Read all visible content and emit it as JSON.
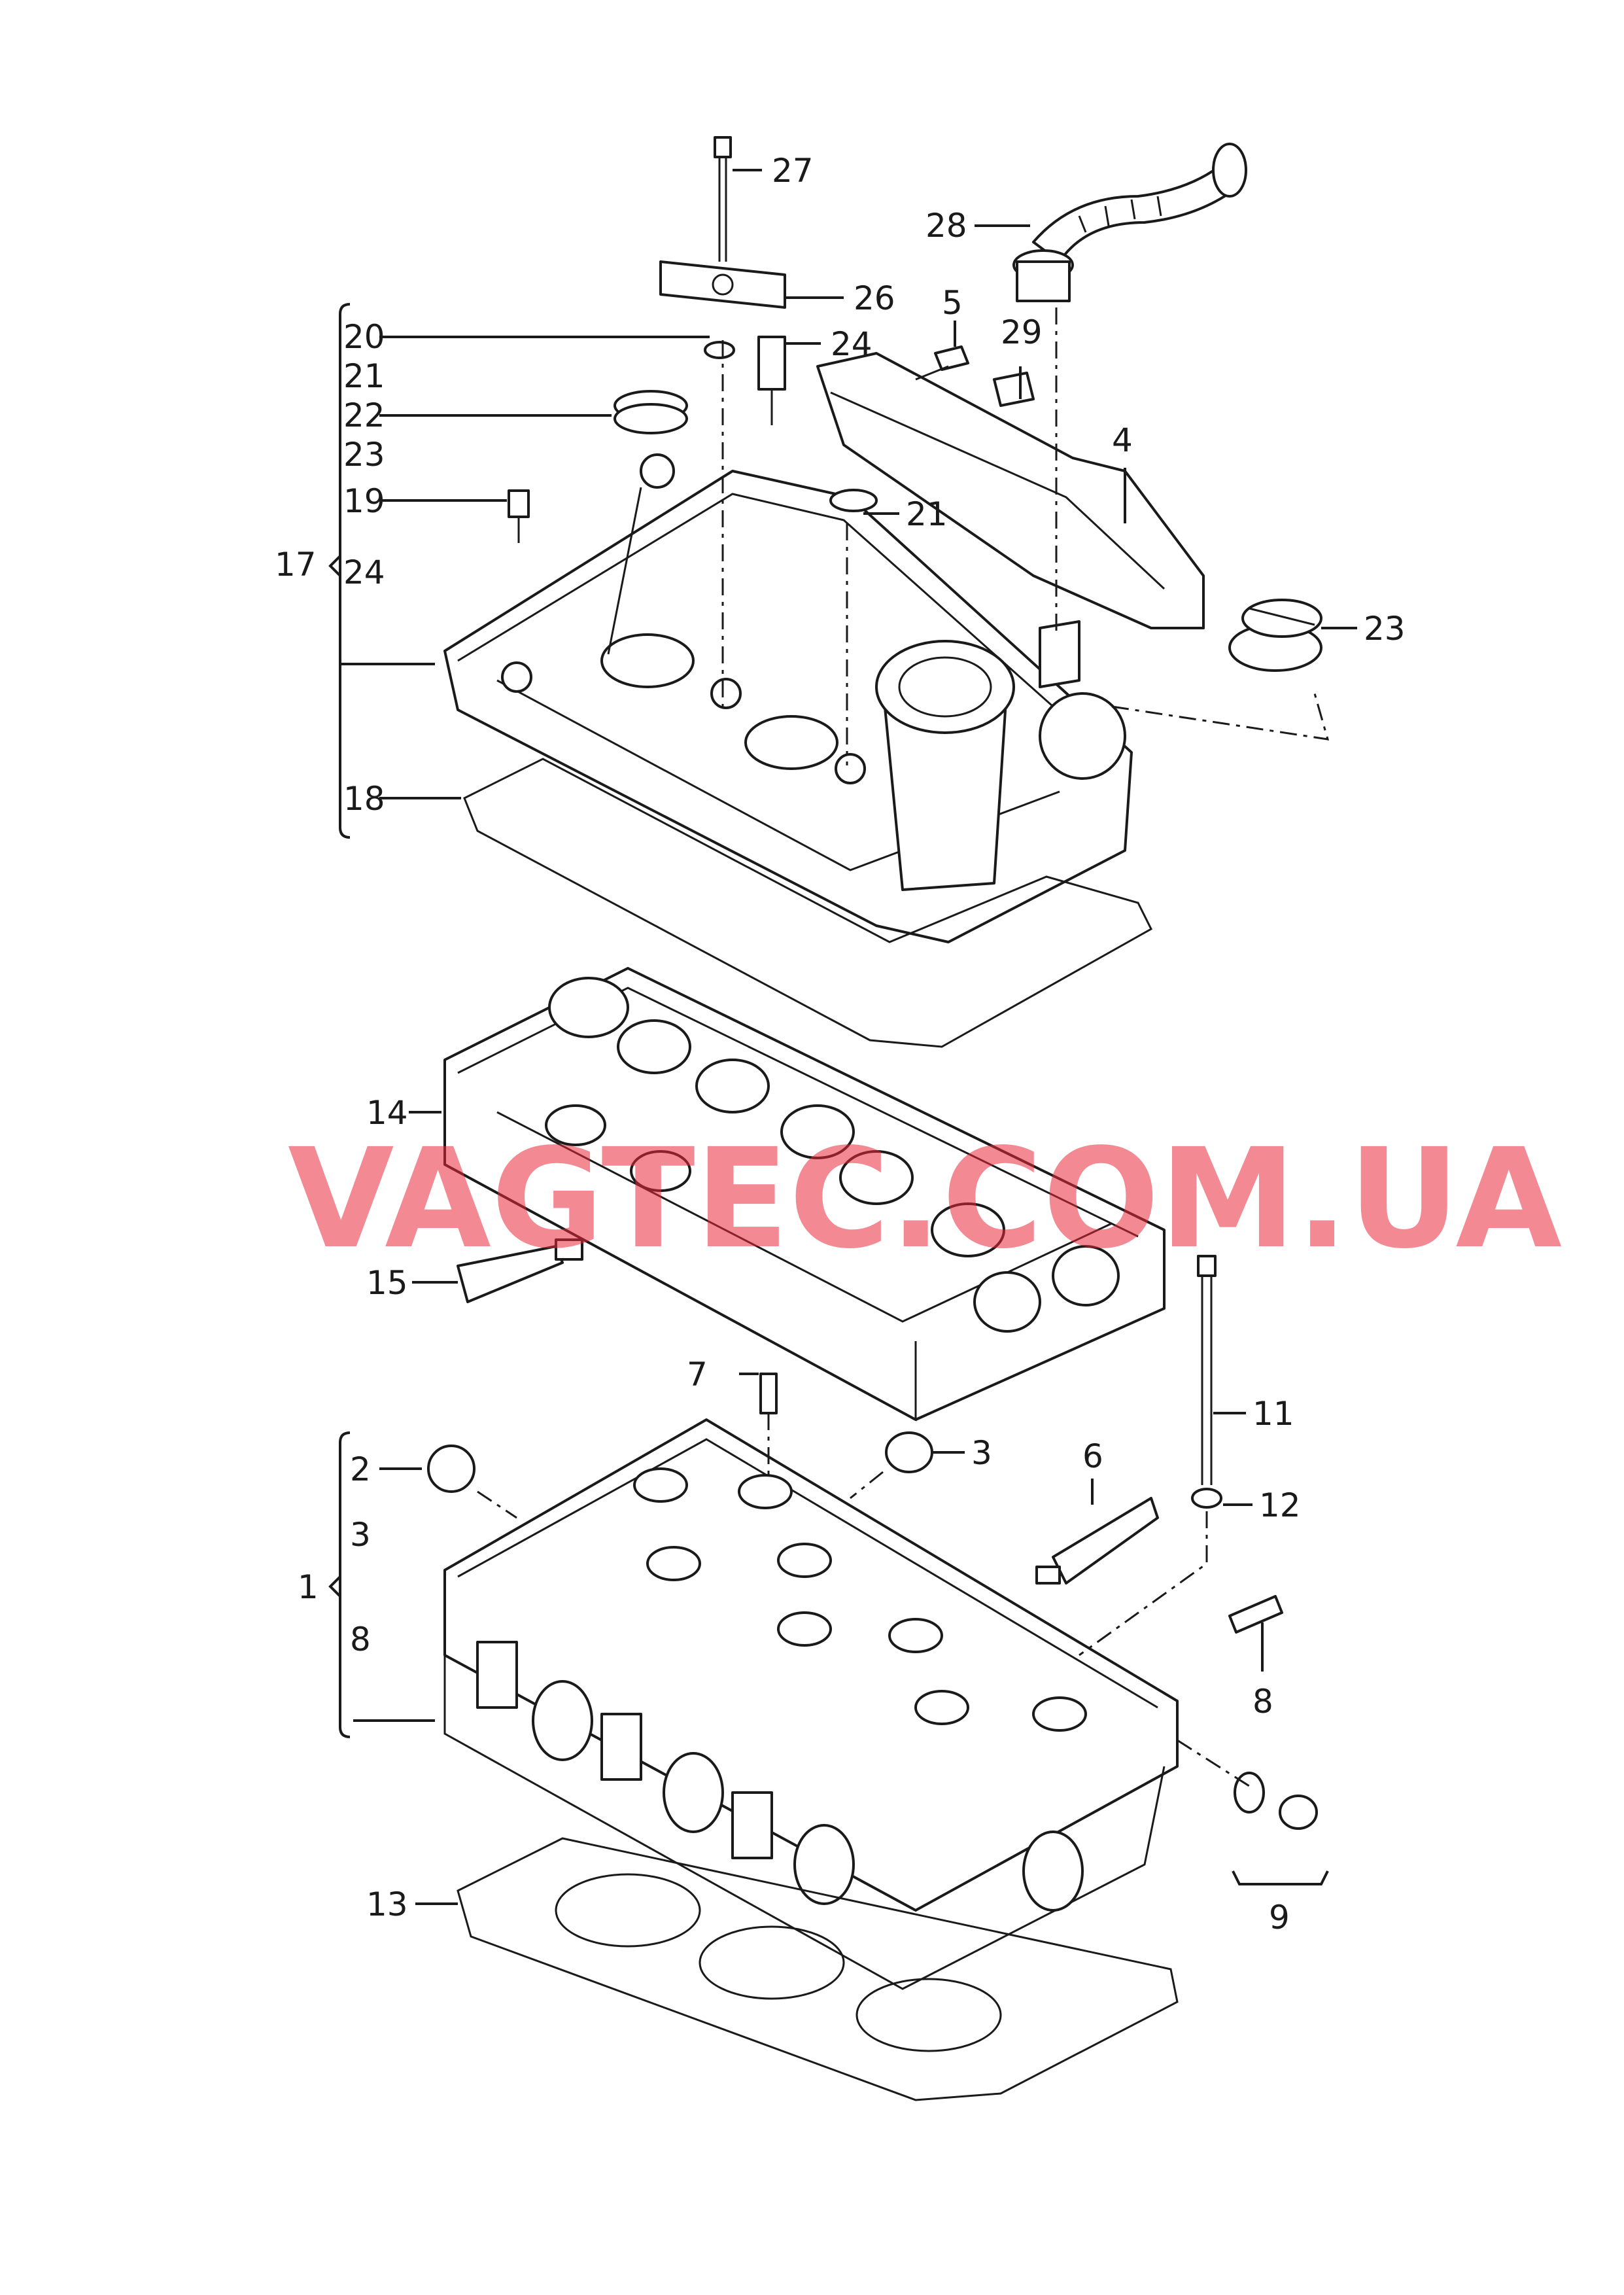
{
  "watermark": "VAGTEC.COM.UA",
  "callouts": {
    "c1": "1",
    "c2": "2",
    "c3a": "3",
    "c3b": "3",
    "c4": "4",
    "c5": "5",
    "c6": "6",
    "c7": "7",
    "c8a": "8",
    "c8b": "8",
    "c9": "9",
    "c11": "11",
    "c12": "12",
    "c13": "13",
    "c14": "14",
    "c15": "15",
    "c17": "17",
    "c18": "18",
    "c19": "19",
    "c20": "20",
    "c21a": "21",
    "c21b": "21",
    "c22": "22",
    "c23a": "23",
    "c23b": "23",
    "c24a": "24",
    "c24b": "24",
    "c26": "26",
    "c27": "27",
    "c28": "28",
    "c29": "29"
  },
  "colors": {
    "line": "#1a1a1a",
    "watermark": "#e8283a",
    "background": "#ffffff"
  }
}
